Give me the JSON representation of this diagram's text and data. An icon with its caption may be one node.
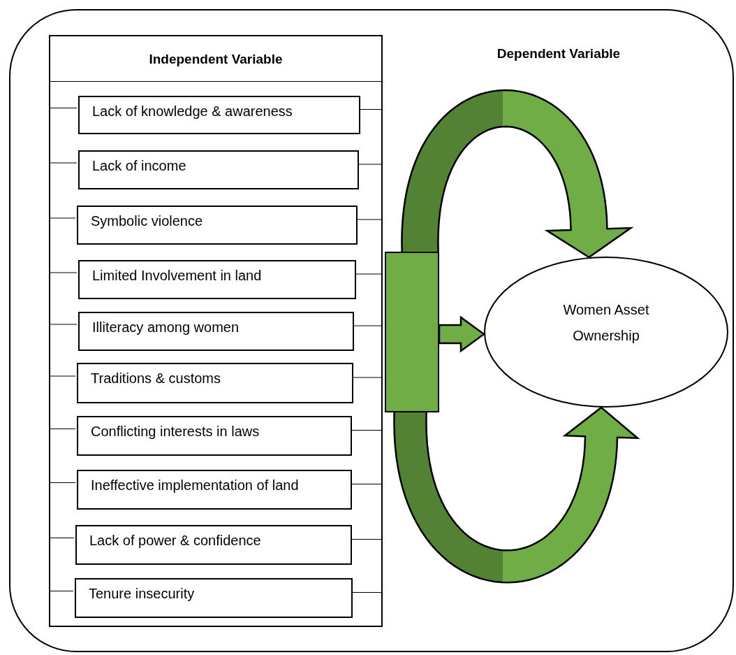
{
  "diagram": {
    "nodes": [
      {
        "text": [
          "Independent Variable"
        ]
      },
      {
        "text": [
          "Lack of knowledge & awareness"
        ],
        "in": 0
      },
      {
        "text": [
          "Lack of income"
        ],
        "in": 0
      },
      {
        "text": [
          "Symbolic violence"
        ],
        "in": 0
      },
      {
        "text": [
          "Limited Involvement in land"
        ],
        "in": 0
      },
      {
        "text": [
          "Illiteracy among women"
        ],
        "in": 0
      },
      {
        "text": [
          "Traditions & customs"
        ],
        "in": 0
      },
      {
        "text": [
          "Conflicting interests in laws"
        ],
        "in": 0
      },
      {
        "text": [
          "Ineffective implementation of land"
        ],
        "in": 0
      },
      {
        "text": [
          "Lack of power & confidence"
        ],
        "in": 0
      },
      {
        "text": [
          "Tenure insecurity"
        ],
        "in": 0
      },
      {
        "text": [],
        "shape": "bar"
      },
      {
        "text": [
          "Women Asset Ownership"
        ]
      }
    ],
    "edges": [
      {
        "from": 0,
        "to": 1,
        "arrow": "none"
      },
      {
        "from": 1,
        "to": 0,
        "arrow": "none"
      },
      {
        "from": 0,
        "to": 2,
        "arrow": "none"
      },
      {
        "from": 2,
        "to": 0,
        "arrow": "none"
      },
      {
        "from": 0,
        "to": 3,
        "arrow": "none"
      },
      {
        "from": 3,
        "to": 0,
        "arrow": "none"
      },
      {
        "from": 0,
        "to": 4,
        "arrow": "none"
      },
      {
        "from": 4,
        "to": 0,
        "arrow": "none"
      },
      {
        "from": 0,
        "to": 5,
        "arrow": "none"
      },
      {
        "from": 5,
        "to": 0,
        "arrow": "none"
      },
      {
        "from": 0,
        "to": 6,
        "arrow": "none"
      },
      {
        "from": 6,
        "to": 0,
        "arrow": "none"
      },
      {
        "from": 0,
        "to": 7,
        "arrow": "none"
      },
      {
        "from": 7,
        "to": 0,
        "arrow": "none"
      },
      {
        "from": 0,
        "to": 8,
        "arrow": "none"
      },
      {
        "from": 8,
        "to": 0,
        "arrow": "none"
      },
      {
        "from": 0,
        "to": 9,
        "arrow": "none"
      },
      {
        "from": 9,
        "to": 0,
        "arrow": "none"
      },
      {
        "from": 0,
        "to": 10,
        "arrow": "none"
      },
      {
        "from": 10,
        "to": 0,
        "arrow": "none"
      },
      {
        "from": 11,
        "to": 12,
        "arrow": "to",
        "style": "thick",
        "color": "#70ad47"
      },
      {
        "from": 11,
        "to": 12,
        "arrow": "to",
        "style": "thick",
        "color": "#70ad47"
      },
      {
        "from": 11,
        "to": 12,
        "arrow": "to",
        "style": "thick",
        "color": "#70ad47"
      }
    ],
    "labels": [
      "Dependent Variable"
    ]
  }
}
